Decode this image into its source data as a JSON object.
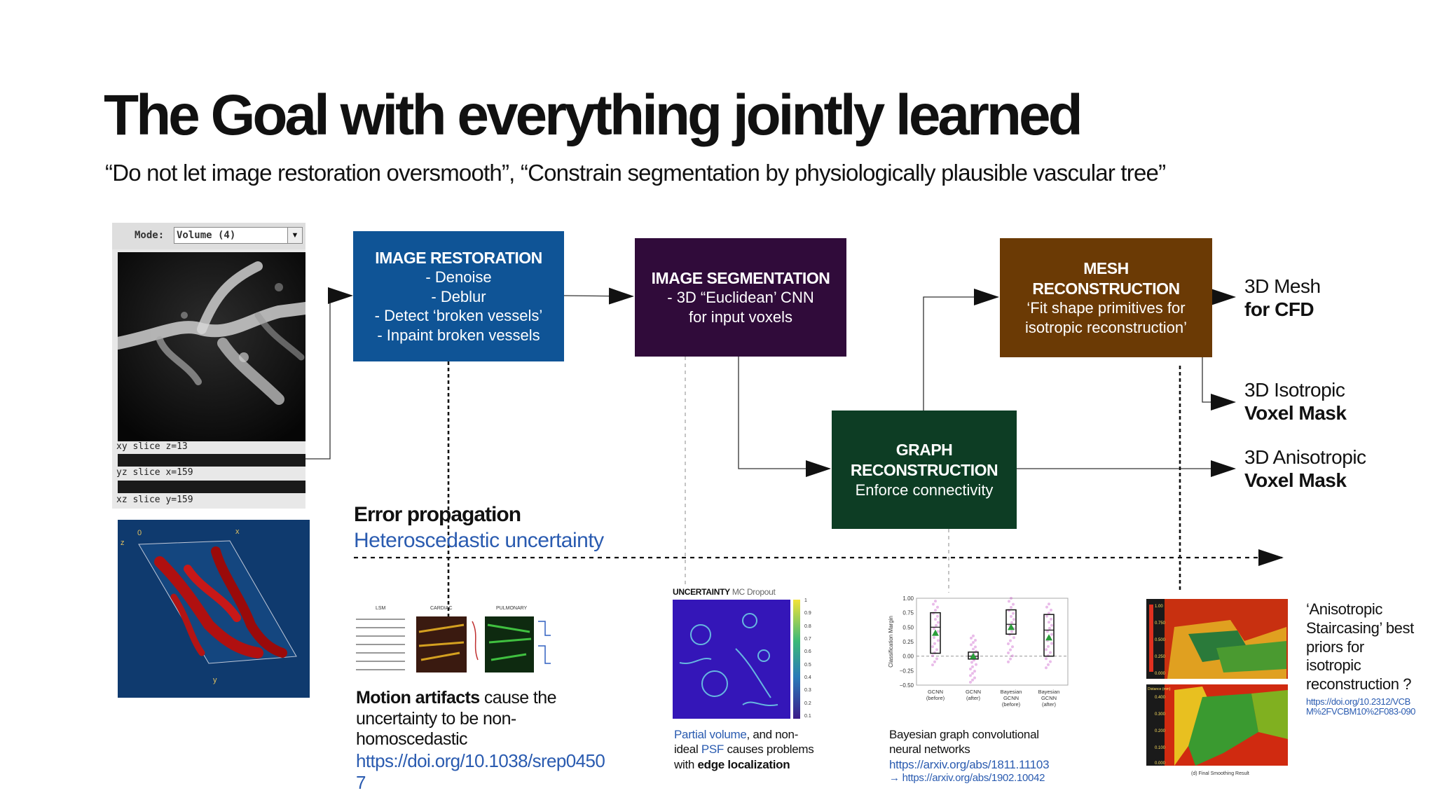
{
  "slide": {
    "title": "The Goal with everything jointly learned",
    "subtitle": "“Do not let image restoration oversmooth”, “Constrain segmentation by physiologically plausible vascular tree”"
  },
  "viewer": {
    "mode_label": "Mode:",
    "mode_value": "Volume (4)",
    "xy_label": "xy slice  z=13",
    "yz_label": "yz slice  x=159",
    "xz_label": "xz slice  y=159",
    "axis_o": "0",
    "axis_x": "x",
    "axis_z": "z",
    "axis_y": "y"
  },
  "boxes": {
    "restoration": {
      "title": "IMAGE RESTORATION",
      "lines": [
        "- Denoise",
        "- Deblur",
        "- Detect ‘broken vessels’",
        "- Inpaint broken vessels"
      ]
    },
    "segmentation": {
      "title": "IMAGE SEGMENTATION",
      "lines": [
        "- 3D “Euclidean’ CNN",
        "for input voxels"
      ]
    },
    "mesh": {
      "title_1": "MESH",
      "title_2": "RECONSTRUCTION",
      "lines": [
        "‘Fit shape primitives for",
        "isotropic reconstruction’"
      ]
    },
    "graph": {
      "title_1": "GRAPH",
      "title_2": "RECONSTRUCTION",
      "lines": [
        "Enforce connectivity"
      ]
    }
  },
  "outputs": {
    "mesh": {
      "line1": "3D Mesh",
      "line2": "for CFD"
    },
    "iso": {
      "line1": "3D Isotropic",
      "line2": "Voxel Mask"
    },
    "aniso": {
      "line1": "3D Anisotropic",
      "line2": "Voxel Mask"
    }
  },
  "error": {
    "title": "Error propagation",
    "subtitle": "Heteroscedastic uncertainty"
  },
  "motion": {
    "bold": "Motion artifacts",
    "rest": " cause the uncertainty to be non-homoscedastic",
    "link": "https://doi.org/10.1038/srep04507",
    "panels": [
      "LSM",
      "CARDIAC",
      "PULMONARY"
    ]
  },
  "uncertainty": {
    "title_bold": "UNCERTAINTY",
    "title_rest": " MC Dropout",
    "colorbar_ticks": [
      "1",
      "0.9",
      "0.8",
      "0.7",
      "0.6",
      "0.5",
      "0.4",
      "0.3",
      "0.2",
      "0.1"
    ],
    "caption_pv": "Partial volume",
    "caption_a": ", and non-ideal ",
    "caption_psf": "PSF",
    "caption_b": " causes problems with ",
    "caption_edge": "edge localization"
  },
  "bayes": {
    "caption_1": "Bayesian graph convolutional",
    "caption_2": "neural networks",
    "link1": "https://arxiv.org/abs/1811.11103",
    "link2": "→ https://arxiv.org/abs/1902.10042"
  },
  "chart_data": {
    "type": "box",
    "title": "",
    "ylabel": "Classification Margin",
    "ylim": [
      -0.5,
      1.0
    ],
    "yticks": [
      "1.00",
      "0.75",
      "0.50",
      "0.25",
      "0.00",
      "−0.25",
      "−0.50"
    ],
    "categories": [
      [
        "GCNN",
        "(before)"
      ],
      [
        "GCNN",
        "(after)"
      ],
      [
        "Bayesian",
        "GCNN",
        "(before)"
      ],
      [
        "Bayesian",
        "GCNN",
        "(after)"
      ]
    ],
    "boxes": [
      {
        "q1": 0.05,
        "median": 0.5,
        "q3": 0.75,
        "mean": 0.4
      },
      {
        "q1": -0.05,
        "median": 0.0,
        "q3": 0.07,
        "mean": 0.0
      },
      {
        "q1": 0.38,
        "median": 0.55,
        "q3": 0.8,
        "mean": 0.5
      },
      {
        "q1": 0.0,
        "median": 0.45,
        "q3": 0.72,
        "mean": 0.32
      }
    ],
    "scatter_min": [
      -0.15,
      -0.45,
      -0.1,
      -0.2
    ],
    "scatter_max": [
      0.95,
      0.35,
      1.0,
      0.9
    ],
    "colors": {
      "box": "#111111",
      "mean": "#2a9d3a",
      "points": "#c040c0"
    }
  },
  "staircase": {
    "panel_a_ticks": [
      "1.00",
      "0.750",
      "0.500",
      "0.250",
      "0.000"
    ],
    "panel_b_label": "Distance (mm)",
    "panel_b_ticks": [
      "0.400",
      "0.300",
      "0.200",
      "0.100",
      "0.000"
    ],
    "caption": "(d) Final Smoothing Result",
    "text": "‘Anisotropic Staircasing’ best priors for isotropic reconstruction ?",
    "link": "https://doi.org/10.2312/VCBM%2FVCBM10%2F083-090"
  },
  "colors": {
    "restoration": "#0f5496",
    "segmentation": "#300b3a",
    "mesh": "#6b3a05",
    "graph": "#0d3d24",
    "link": "#2a5bb0"
  }
}
